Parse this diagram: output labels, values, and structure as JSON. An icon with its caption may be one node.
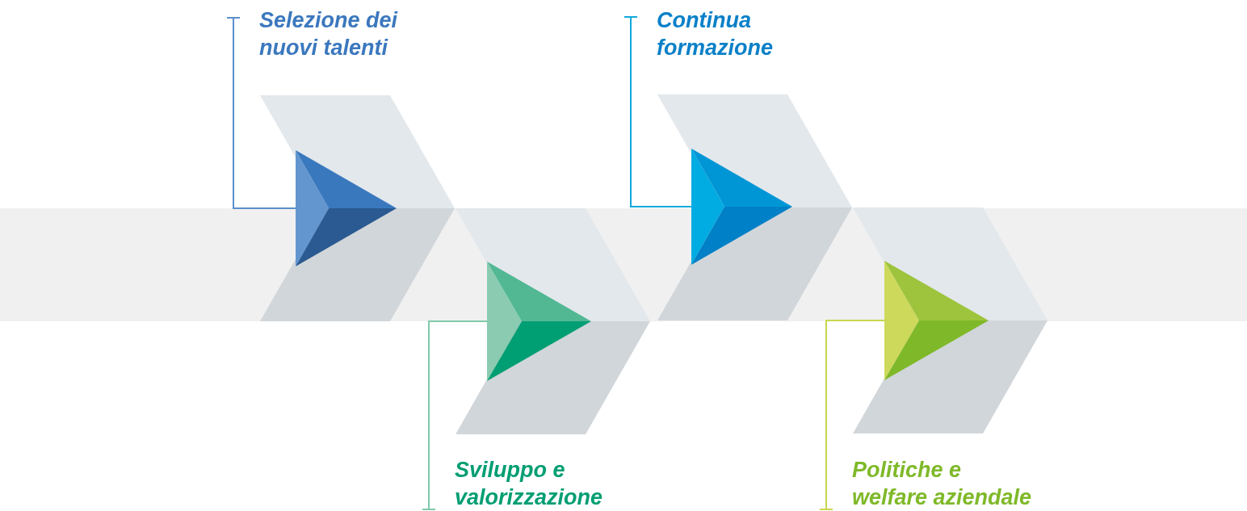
{
  "diagram": {
    "nodes": [
      {
        "text": [
          "Selezione dei nuovi talenti"
        ]
      },
      {
        "text": [
          "Sviluppo e valorizzazione"
        ]
      },
      {
        "text": [
          "Continua formazione"
        ]
      },
      {
        "text": [
          "Politiche e welfare aziendale"
        ]
      },
      {
        "text": [],
        "shape": "triangle"
      },
      {
        "text": [],
        "shape": "triangle"
      },
      {
        "text": [],
        "shape": "triangle"
      },
      {
        "text": [],
        "shape": "triangle"
      }
    ],
    "edges": [
      {
        "from": 4,
        "to": 0,
        "arrow": "other",
        "color": "#5b8fcc"
      },
      {
        "from": 5,
        "to": 1,
        "arrow": "other",
        "color": "#7fc9ab"
      },
      {
        "from": 6,
        "to": 2,
        "arrow": "other",
        "color": "#12a7dc"
      },
      {
        "from": 7,
        "to": 3,
        "arrow": "other",
        "color": "#c8d64e"
      }
    ]
  }
}
